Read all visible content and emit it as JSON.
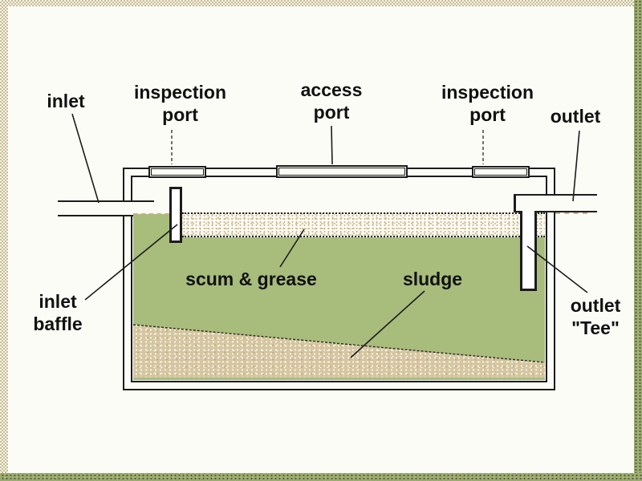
{
  "diagram": {
    "labels": {
      "inlet": "inlet",
      "inspection_port_left": {
        "line1": "inspection",
        "line2": "port"
      },
      "access_port": {
        "line1": "access",
        "line2": "port"
      },
      "inspection_port_right": {
        "line1": "inspection",
        "line2": "port"
      },
      "outlet": "outlet",
      "inlet_baffle": {
        "line1": "inlet",
        "line2": "baffle"
      },
      "scum_grease": "scum & grease",
      "sludge": "sludge",
      "outlet_tee": {
        "line1": "outlet",
        "line2": "\"Tee\""
      }
    },
    "colors": {
      "liquid_green": "#a8bc7c",
      "scum_tan": "#c6b98e",
      "sludge_tan": "#d5c6a1",
      "line_black": "#1c1c1c",
      "frame_tan": "#c9bd97",
      "frame_olive": "#9aaa6c",
      "background": "#fcfcf7"
    }
  }
}
